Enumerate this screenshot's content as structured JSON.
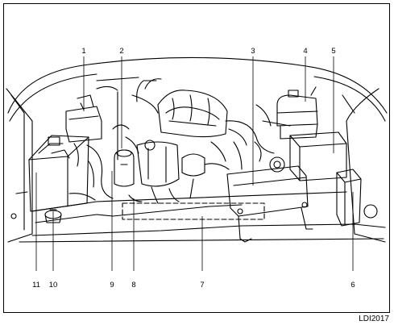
{
  "callouts": [
    "1",
    "2",
    "3",
    "4",
    "5",
    "6",
    "7",
    "8",
    "9",
    "10",
    "11"
  ],
  "figure_code": "LDI2017",
  "colors": {
    "line": "#000000",
    "background": "#ffffff"
  }
}
